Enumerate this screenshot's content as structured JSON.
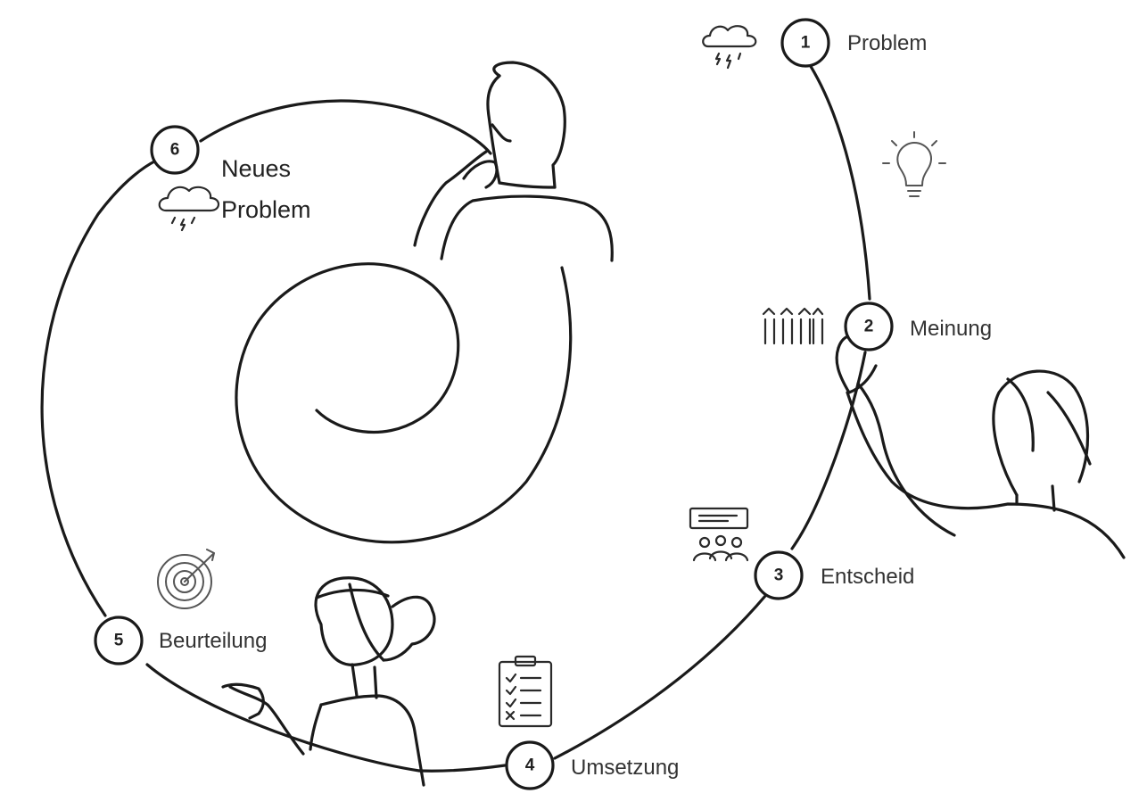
{
  "steps": [
    {
      "number": "1",
      "label": "Problem"
    },
    {
      "number": "2",
      "label": "Meinung"
    },
    {
      "number": "3",
      "label": "Entscheid"
    },
    {
      "number": "4",
      "label": "Umsetzung"
    },
    {
      "number": "5",
      "label": "Beurteilung"
    },
    {
      "number": "6",
      "label_line1": "Neues",
      "label_line2": "Problem"
    }
  ],
  "icons": [
    "storm-cloud-icon",
    "lightbulb-icon",
    "raised-hands-icon",
    "meeting-presentation-icon",
    "checklist-clipboard-icon",
    "target-icon",
    "storm-cloud-icon"
  ]
}
